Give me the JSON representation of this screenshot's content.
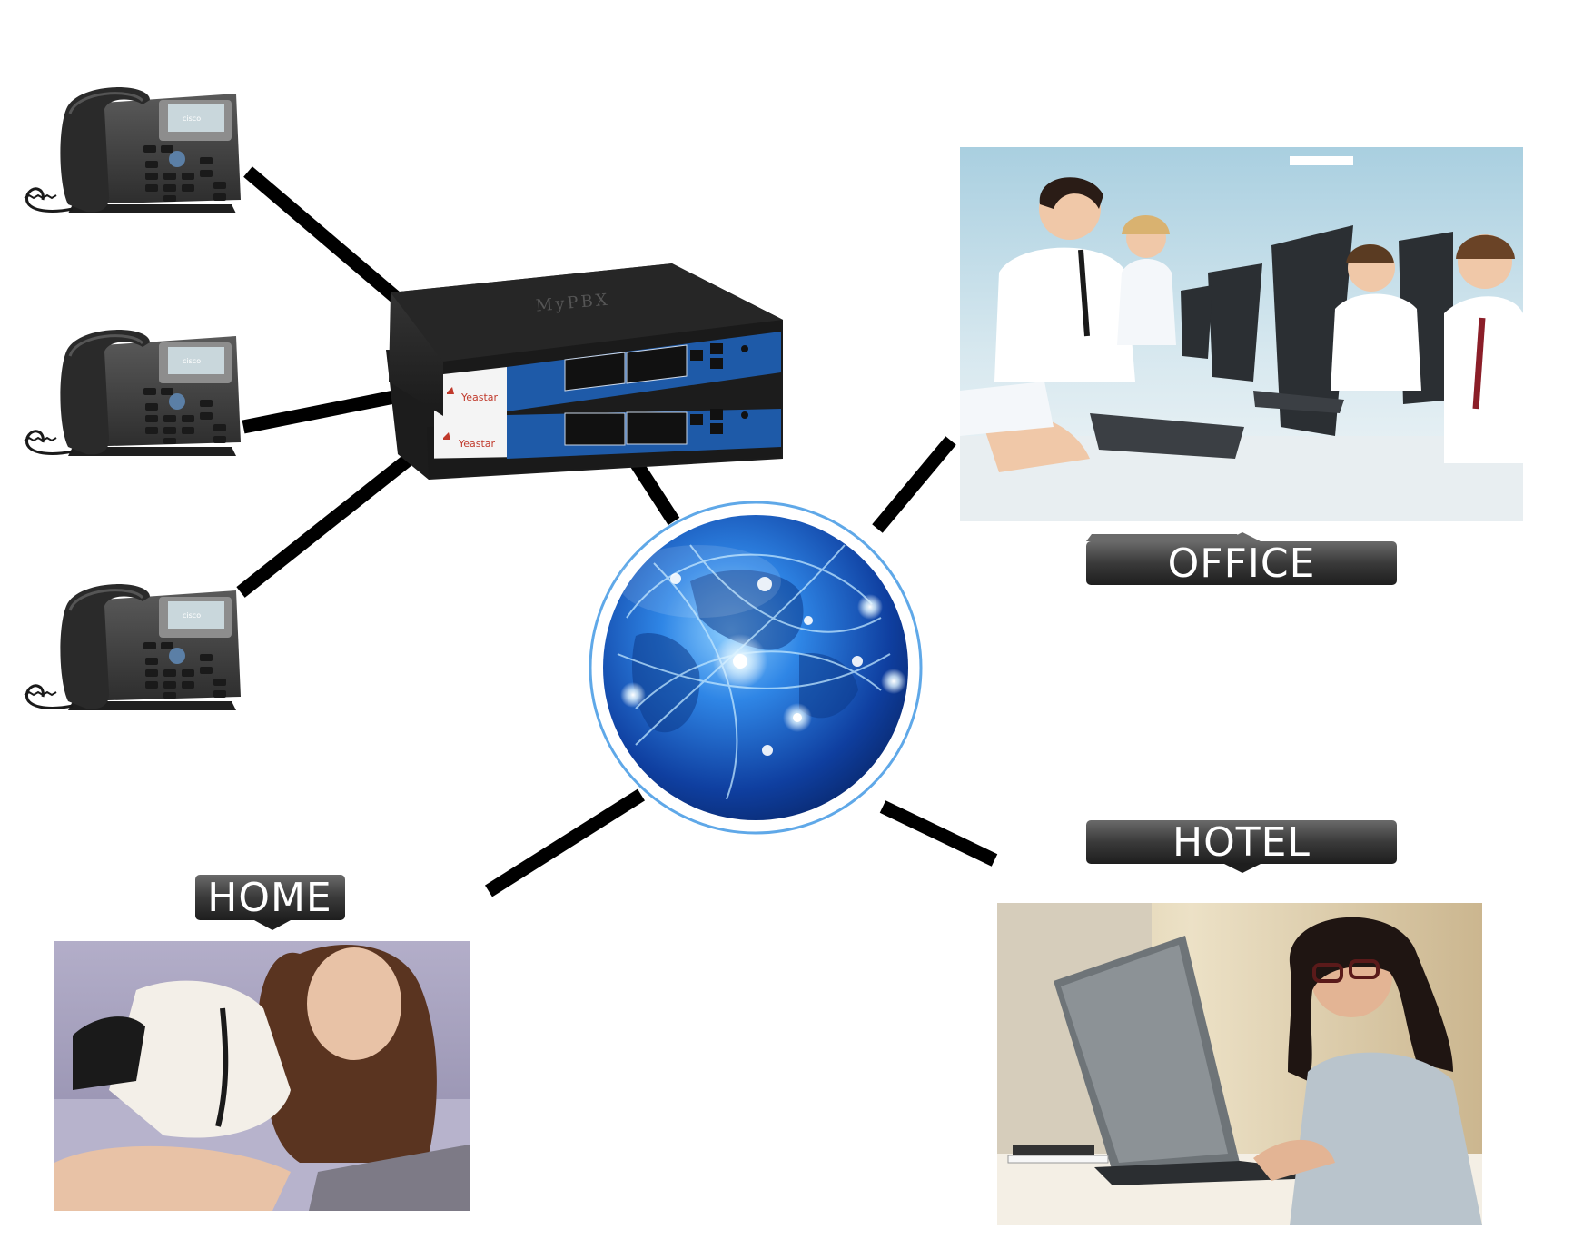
{
  "pbx": {
    "model": "MyPBX",
    "brand": "Yeastar"
  },
  "phones": [
    {
      "brand": "cisco"
    },
    {
      "brand": "cisco"
    },
    {
      "brand": "cisco"
    }
  ],
  "locations": {
    "office": "OFFICE",
    "hotel": "HOTEL",
    "home": "HOME"
  },
  "colors": {
    "connector": "#000000",
    "label_bg": "#3a3a3a",
    "pbx_panel": "#1e5aa8",
    "globe": "#1a5fc4"
  }
}
